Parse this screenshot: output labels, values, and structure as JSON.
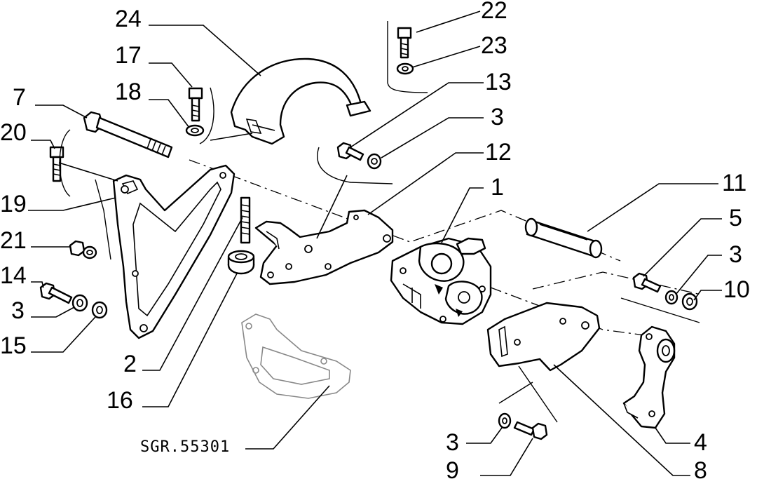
{
  "diagram": {
    "reference_code": "SGR.55301",
    "callouts": [
      {
        "id": "c24",
        "text": "24"
      },
      {
        "id": "c17",
        "text": "17"
      },
      {
        "id": "c18",
        "text": "18"
      },
      {
        "id": "c7",
        "text": "7"
      },
      {
        "id": "c20",
        "text": "20"
      },
      {
        "id": "c19",
        "text": "19"
      },
      {
        "id": "c21",
        "text": "21"
      },
      {
        "id": "c14",
        "text": "14"
      },
      {
        "id": "c3a",
        "text": "3"
      },
      {
        "id": "c15",
        "text": "15"
      },
      {
        "id": "c2",
        "text": "2"
      },
      {
        "id": "c16",
        "text": "16"
      },
      {
        "id": "c22",
        "text": "22"
      },
      {
        "id": "c23",
        "text": "23"
      },
      {
        "id": "c13",
        "text": "13"
      },
      {
        "id": "c3b",
        "text": "3"
      },
      {
        "id": "c12",
        "text": "12"
      },
      {
        "id": "c1",
        "text": "1"
      },
      {
        "id": "c11",
        "text": "11"
      },
      {
        "id": "c5",
        "text": "5"
      },
      {
        "id": "c3c",
        "text": "3"
      },
      {
        "id": "c10",
        "text": "10"
      },
      {
        "id": "c4",
        "text": "4"
      },
      {
        "id": "c3d",
        "text": "3"
      },
      {
        "id": "c9",
        "text": "9"
      },
      {
        "id": "c8",
        "text": "8"
      }
    ]
  }
}
